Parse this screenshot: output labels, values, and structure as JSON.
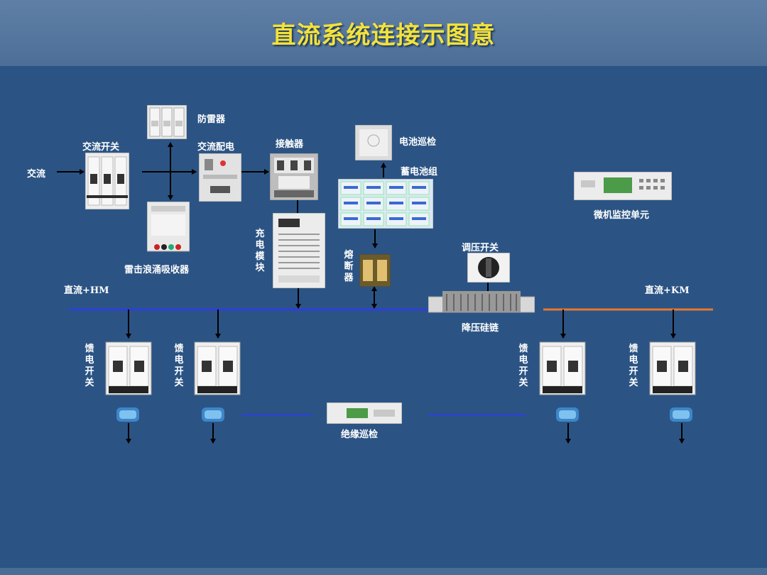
{
  "title": "直流系统连接示图意",
  "labels": {
    "ac_in": "交流",
    "ac_switch": "交流开关",
    "lightning_protector": "防雷器",
    "ac_distribution": "交流配电",
    "contactor": "接触器",
    "battery_inspection": "电池巡检",
    "battery_bank": "蓄电池组",
    "surge_absorber": "雷击浪涌吸收器",
    "charging_module": "充电模块",
    "fuse": "熔断器",
    "voltage_switch": "调压开关",
    "monitor_unit": "微机监控单元",
    "dc_hm": "直流+HM",
    "dc_km": "直流+KM",
    "step_down_silicon": "降压硅链",
    "feeder_switch": "馈电开关",
    "insulation_inspection": "绝缘巡检"
  },
  "colors": {
    "background": "#2b5484",
    "header": "#5677a0",
    "title": "#f3e23a",
    "bus_hm": "#2f3ddc",
    "bus_km": "#e8772e",
    "connector": "#3d86c9"
  }
}
